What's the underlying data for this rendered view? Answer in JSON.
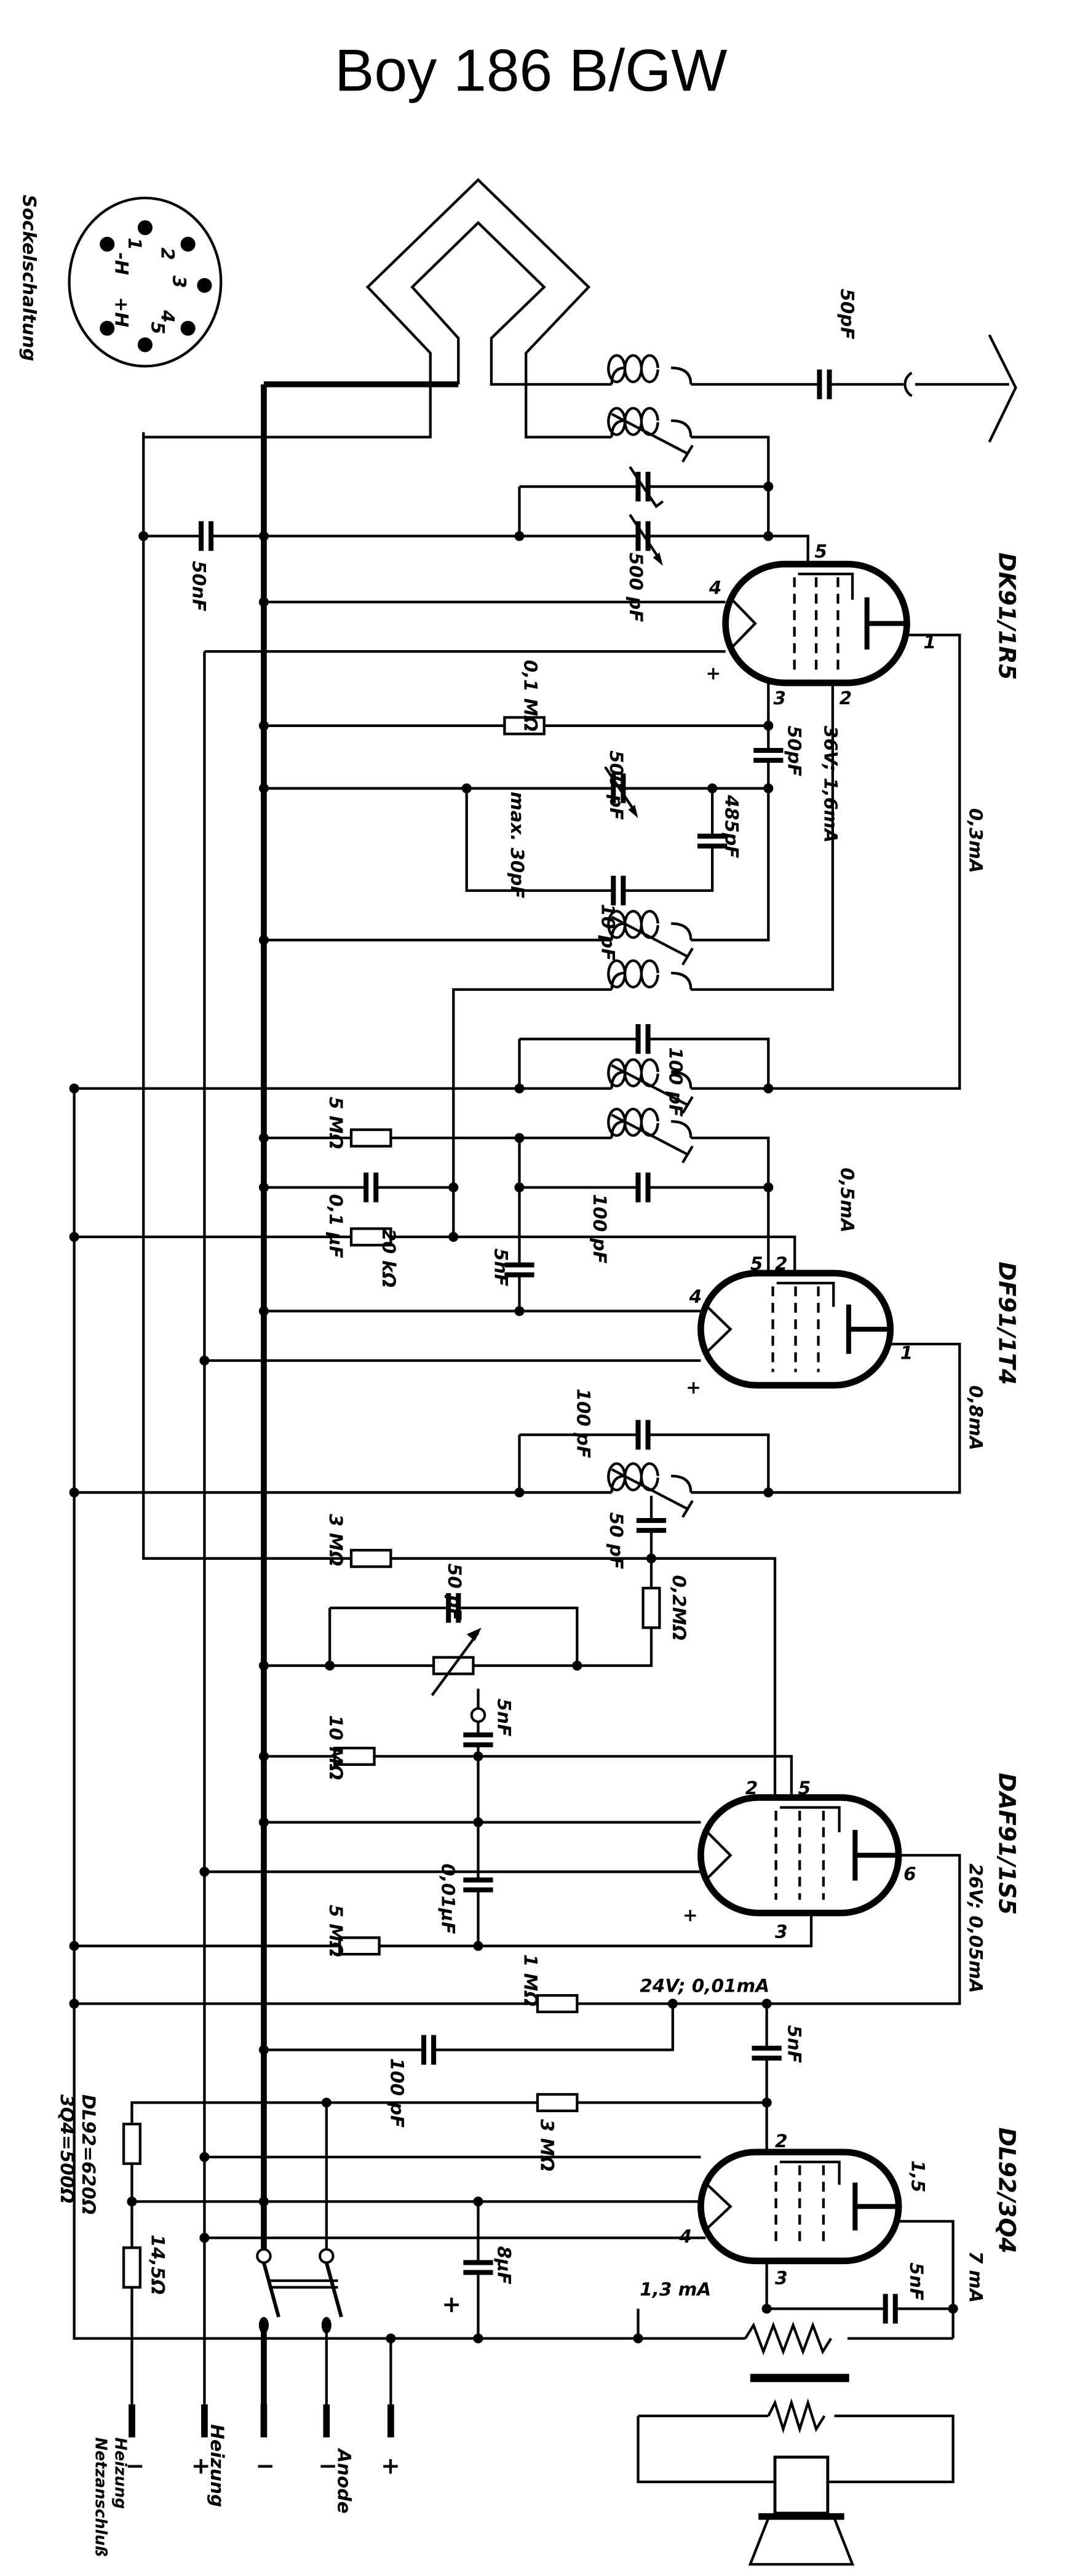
{
  "title": "Boy 186 B/GW",
  "socket": {
    "label": "Sockelschaltung",
    "pins": [
      "1",
      "2",
      "3",
      "4",
      "5",
      "-H",
      "+H"
    ]
  },
  "tubes": [
    {
      "name": "DK91/1R5",
      "pins": [
        "5",
        "4",
        "+",
        "3",
        "2",
        "1"
      ]
    },
    {
      "name": "DF91/1T4",
      "pins": [
        "5",
        "2",
        "4",
        "+",
        "1"
      ]
    },
    {
      "name": "DAF91/1S5",
      "pins": [
        "2",
        "5",
        "+",
        "3",
        "6"
      ]
    },
    {
      "name": "DL92/3Q4",
      "pins": [
        "2",
        "4",
        "3",
        "1,5"
      ]
    }
  ],
  "labels": {
    "c_ant": "50pF",
    "c_tune1": "500 pF",
    "c_50nf": "50nF",
    "r_01m": "0,1 MΩ",
    "c_osc": "500 pF",
    "c_50pf": "50pF",
    "dk_op": "36V; 1,6mA",
    "dk_ia": "0,3mA",
    "c_485": "485pF",
    "c_max": "max. 30pF",
    "c_10": "10 pF",
    "c_if1": "100 pF",
    "r_5m": "5 MΩ",
    "c_01u": "0,1 µF",
    "r_20k": "20 kΩ",
    "c_if2": "100 pF",
    "c_5n1": "5nF",
    "df_g2": "0,5mA",
    "df_ia": "0,8mA",
    "c_if3": "100 pF",
    "c_50pf2": "50 pF",
    "r_3m": "3 MΩ",
    "r_02m": "0,2MΩ",
    "c_50pf3": "50 pF",
    "c_5n2": "5nF",
    "r_10m": "10 MΩ",
    "daf_op": "26V; 0,05mA",
    "r_5m2": "5 MΩ",
    "c_001u": "0,01µF",
    "r_1m": "1 MΩ",
    "v_24": "24V; 0,01mA",
    "c_5n3": "5nF",
    "c_100pf": "100 pF",
    "r_3m2": "3 MΩ",
    "dl_ia": "7 mA",
    "c_5n4": "5nF",
    "dl_g2": "1,3 mA",
    "c_8u": "8µF",
    "c_8u_pol": "+",
    "r_145": "14,5Ω",
    "r_dl92": "DL92=620Ω",
    "r_3q4": "3Q4=500Ω"
  },
  "terminals": {
    "heiz_netz": {
      "label": "Heizung Netzanschluß",
      "minus": "−"
    },
    "heizung": {
      "label": "Heizung",
      "plus": "+",
      "minus": "−"
    },
    "anode": {
      "label": "Anode",
      "minus": "−",
      "plus": "+"
    }
  }
}
